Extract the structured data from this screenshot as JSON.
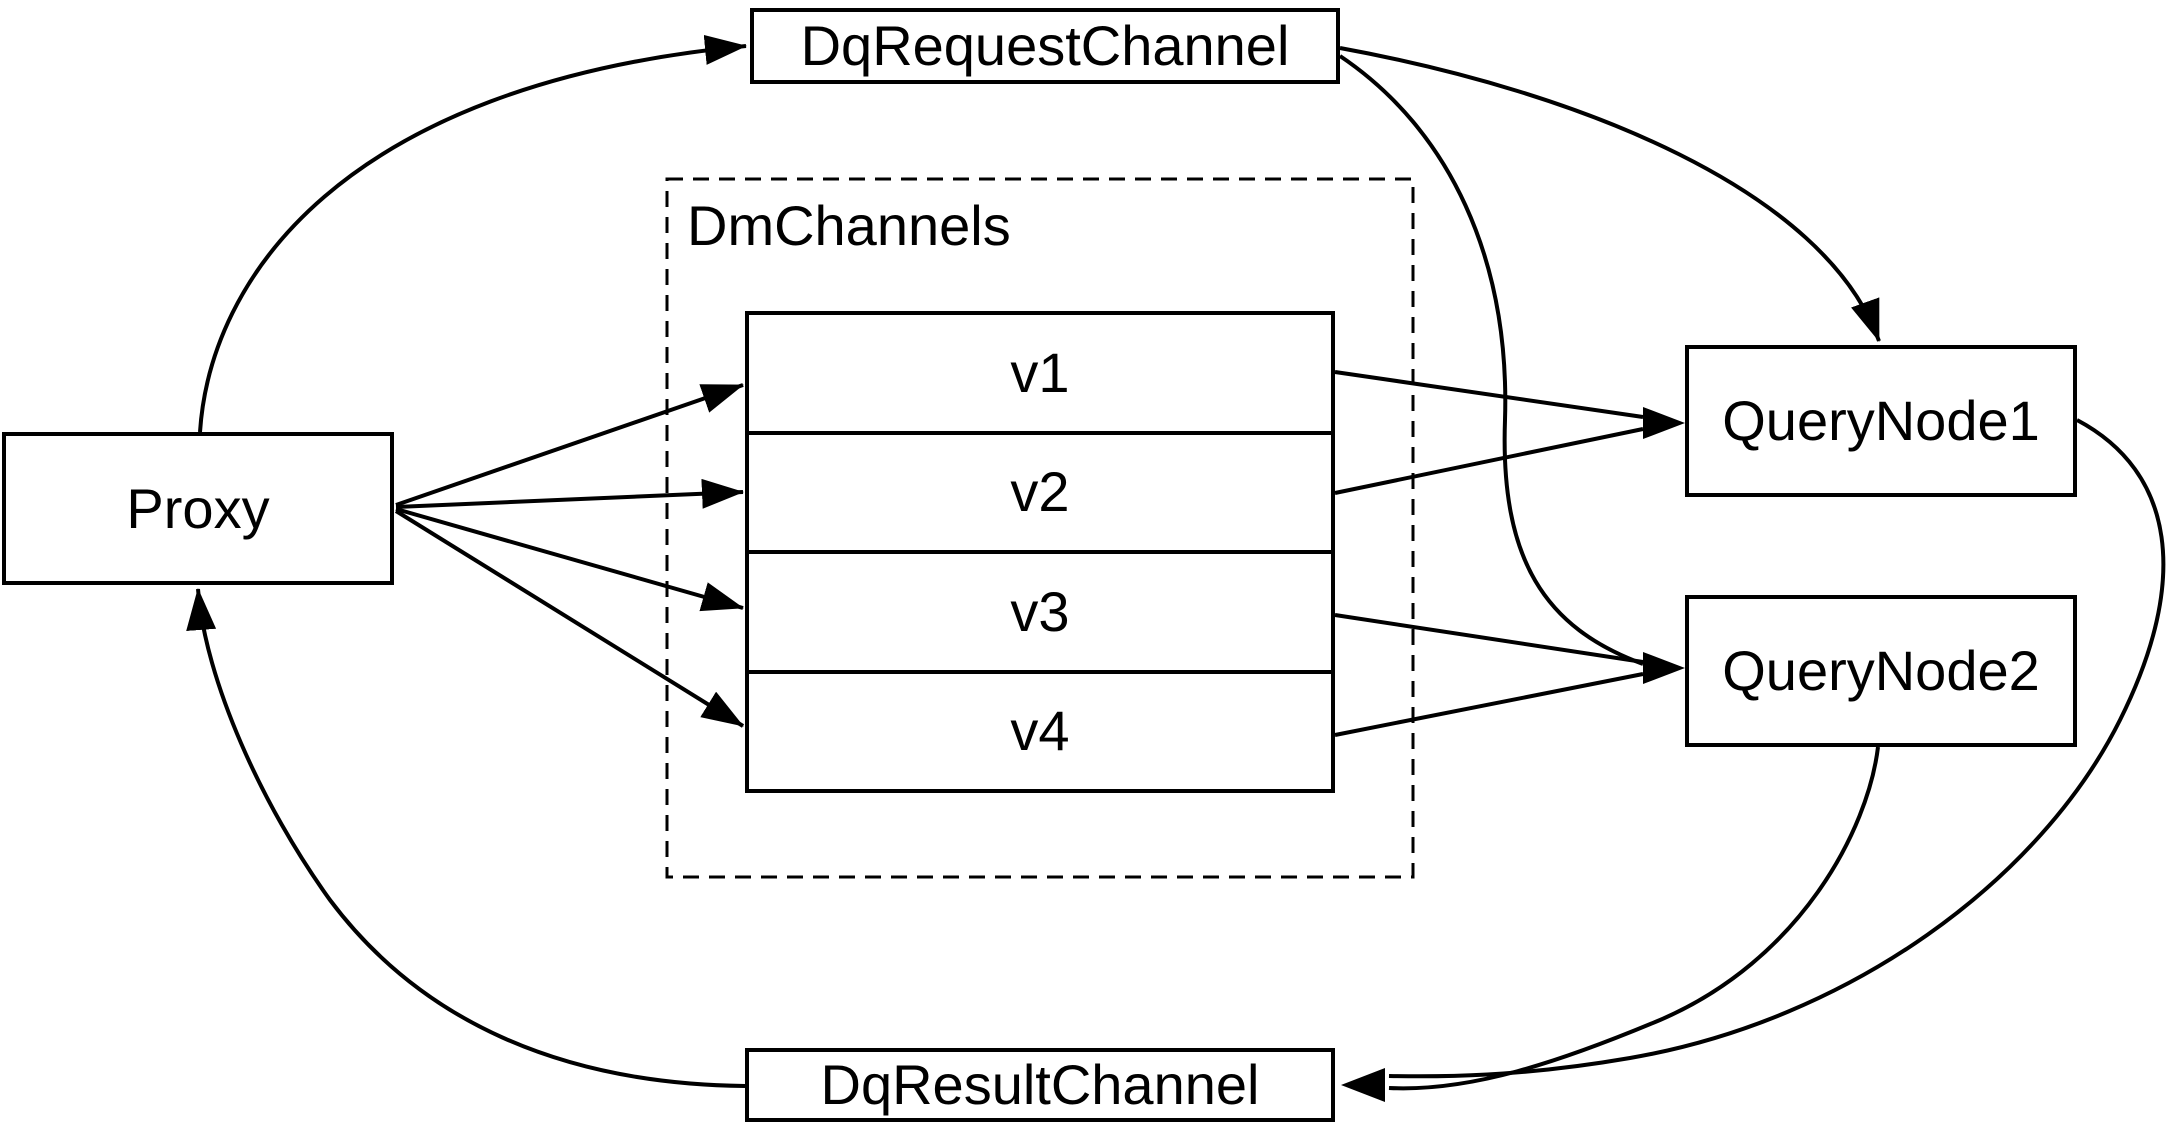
{
  "diagram": {
    "background": "#ffffff",
    "stroke_color": "#000000",
    "text_color": "#000000",
    "nodes": {
      "proxy": "Proxy",
      "dq_request_channel": "DqRequestChannel",
      "dm_channels_group": "DmChannels",
      "v1": "v1",
      "v2": "v2",
      "v3": "v3",
      "v4": "v4",
      "query_node_1": "QueryNode1",
      "query_node_2": "QueryNode2",
      "dq_result_channel": "DqResultChannel"
    },
    "edges": [
      {
        "from": "Proxy",
        "to": "DqRequestChannel"
      },
      {
        "from": "DqRequestChannel",
        "to": "QueryNode1"
      },
      {
        "from": "DqRequestChannel",
        "to": "QueryNode2"
      },
      {
        "from": "Proxy",
        "to": "v1"
      },
      {
        "from": "Proxy",
        "to": "v2"
      },
      {
        "from": "Proxy",
        "to": "v3"
      },
      {
        "from": "Proxy",
        "to": "v4"
      },
      {
        "from": "v1",
        "to": "QueryNode1"
      },
      {
        "from": "v2",
        "to": "QueryNode1"
      },
      {
        "from": "v3",
        "to": "QueryNode2"
      },
      {
        "from": "v4",
        "to": "QueryNode2"
      },
      {
        "from": "QueryNode1",
        "to": "DqResultChannel"
      },
      {
        "from": "QueryNode2",
        "to": "DqResultChannel"
      },
      {
        "from": "DqResultChannel",
        "to": "Proxy"
      }
    ]
  }
}
